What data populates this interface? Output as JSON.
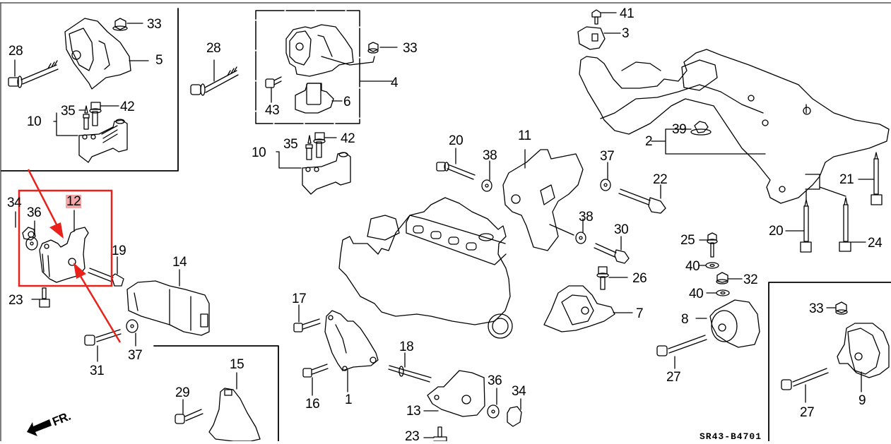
{
  "diagram": {
    "title_code": "SR43-B4701",
    "direction_indicator": "FR.",
    "highlight_color": "#e8221b",
    "highlighted_part": "12",
    "groups": [
      {
        "id": "top-left-box",
        "parts": [
          "33",
          "28",
          "5",
          "35",
          "42",
          "10"
        ]
      },
      {
        "id": "top-center-box",
        "parts": [
          "33",
          "4",
          "43",
          "6"
        ]
      },
      {
        "id": "bottom-center-box",
        "parts": [
          "15",
          "29"
        ]
      },
      {
        "id": "bottom-right-box",
        "parts": [
          "33",
          "9",
          "27"
        ]
      }
    ],
    "labels": [
      {
        "id": "l33a",
        "text": "33"
      },
      {
        "id": "l28a",
        "text": "28"
      },
      {
        "id": "l5",
        "text": "5"
      },
      {
        "id": "l35a",
        "text": "35"
      },
      {
        "id": "l42a",
        "text": "42"
      },
      {
        "id": "l10a",
        "text": "10"
      },
      {
        "id": "l28b",
        "text": "28"
      },
      {
        "id": "l33b",
        "text": "33"
      },
      {
        "id": "l4",
        "text": "4"
      },
      {
        "id": "l43",
        "text": "43"
      },
      {
        "id": "l6",
        "text": "6"
      },
      {
        "id": "l35b",
        "text": "35"
      },
      {
        "id": "l42b",
        "text": "42"
      },
      {
        "id": "l10b",
        "text": "10"
      },
      {
        "id": "l41",
        "text": "41"
      },
      {
        "id": "l3",
        "text": "3"
      },
      {
        "id": "l39",
        "text": "39"
      },
      {
        "id": "l2",
        "text": "2"
      },
      {
        "id": "l21",
        "text": "21"
      },
      {
        "id": "l20b",
        "text": "20"
      },
      {
        "id": "l24",
        "text": "24"
      },
      {
        "id": "l34a",
        "text": "34"
      },
      {
        "id": "l36a",
        "text": "36"
      },
      {
        "id": "l12",
        "text": "12"
      },
      {
        "id": "l19",
        "text": "19"
      },
      {
        "id": "l23a",
        "text": "23"
      },
      {
        "id": "l14",
        "text": "14"
      },
      {
        "id": "l31",
        "text": "31"
      },
      {
        "id": "l37a",
        "text": "37"
      },
      {
        "id": "l20a",
        "text": "20"
      },
      {
        "id": "l38a",
        "text": "38"
      },
      {
        "id": "l11",
        "text": "11"
      },
      {
        "id": "l37b",
        "text": "37"
      },
      {
        "id": "l22",
        "text": "22"
      },
      {
        "id": "l38b",
        "text": "38"
      },
      {
        "id": "l30",
        "text": "30"
      },
      {
        "id": "l26",
        "text": "26"
      },
      {
        "id": "l7",
        "text": "7"
      },
      {
        "id": "l25",
        "text": "25"
      },
      {
        "id": "l40a",
        "text": "40"
      },
      {
        "id": "l32",
        "text": "32"
      },
      {
        "id": "l40b",
        "text": "40"
      },
      {
        "id": "l8",
        "text": "8"
      },
      {
        "id": "l27a",
        "text": "27"
      },
      {
        "id": "l33c",
        "text": "33"
      },
      {
        "id": "l9",
        "text": "9"
      },
      {
        "id": "l27b",
        "text": "27"
      },
      {
        "id": "l17",
        "text": "17"
      },
      {
        "id": "l16",
        "text": "16"
      },
      {
        "id": "l1",
        "text": "1"
      },
      {
        "id": "l18",
        "text": "18"
      },
      {
        "id": "l13",
        "text": "13"
      },
      {
        "id": "l36b",
        "text": "36"
      },
      {
        "id": "l34b",
        "text": "34"
      },
      {
        "id": "l23b",
        "text": "23"
      },
      {
        "id": "l15",
        "text": "15"
      },
      {
        "id": "l29",
        "text": "29"
      }
    ]
  }
}
